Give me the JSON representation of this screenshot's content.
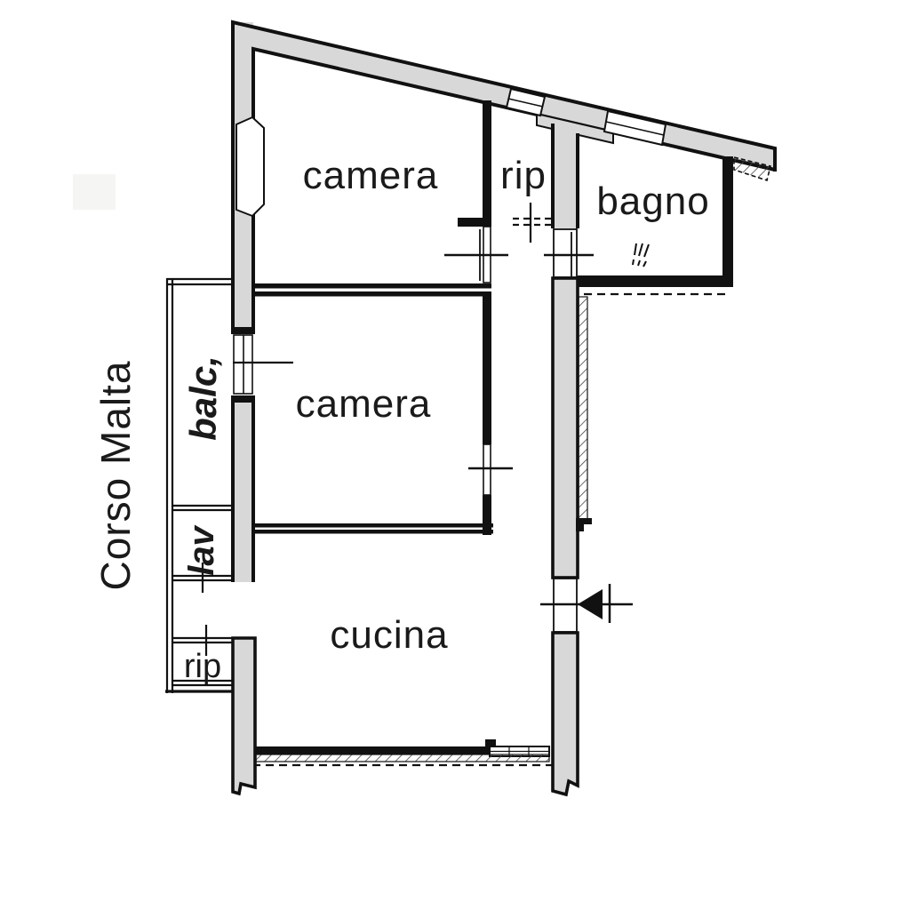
{
  "plan": {
    "type": "apartment-floor-plan",
    "street": "Corso Malta",
    "labels": {
      "camera1": "camera",
      "rip_top": "rip",
      "bagno": "bagno",
      "camera2": "camera",
      "cucina": "cucina",
      "balcone": "balc,",
      "lav": "lav",
      "rip_bottom": "rip"
    },
    "colors": {
      "wall_fill": "#d8d8d8",
      "line": "#111111",
      "text": "#1a1a1a",
      "background": "#ffffff"
    }
  }
}
